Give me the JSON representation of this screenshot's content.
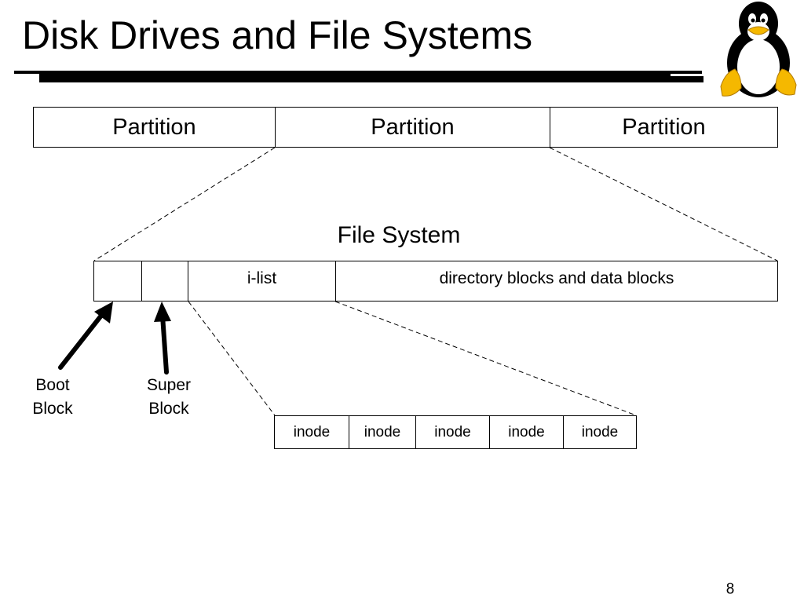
{
  "slide": {
    "title": "Disk Drives and File Systems",
    "page_number": "8"
  },
  "disk": {
    "partitions": [
      "Partition",
      "Partition",
      "Partition"
    ]
  },
  "file_system": {
    "title": "File System",
    "cells": [
      "",
      "",
      "i-list",
      "directory blocks and data blocks"
    ]
  },
  "ilist": {
    "inodes": [
      "inode",
      "inode",
      "inode",
      "inode",
      "inode"
    ]
  },
  "labels": {
    "boot_block": "Boot Block",
    "super_block": "Super Block"
  },
  "colors": {
    "background": "#ffffff",
    "foreground": "#000000",
    "mascot_beak_feet": "#f5b800"
  },
  "icons": {
    "mascot": "tux-penguin-icon"
  }
}
